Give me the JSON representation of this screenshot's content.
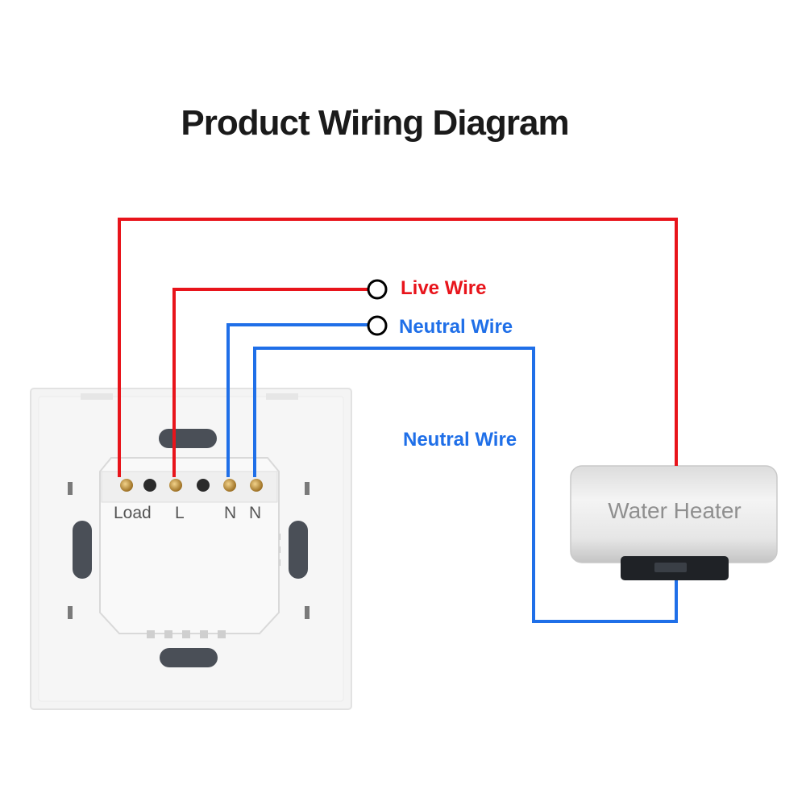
{
  "title": "Product Wiring Diagram",
  "labels": {
    "live_wire": "Live Wire",
    "neutral_wire": "Neutral Wire",
    "neutral_wire_heater": "Neutral Wire"
  },
  "terminals": {
    "load": "Load",
    "live": "L",
    "neutral_1": "N",
    "neutral_2": "N"
  },
  "heater": {
    "label": "Water Heater"
  },
  "colors": {
    "live": "#e8141b",
    "neutral": "#1f6fe8",
    "panel": "#f3f3f3",
    "module": "#f7f7f7",
    "terminal": "#c89a3c"
  }
}
